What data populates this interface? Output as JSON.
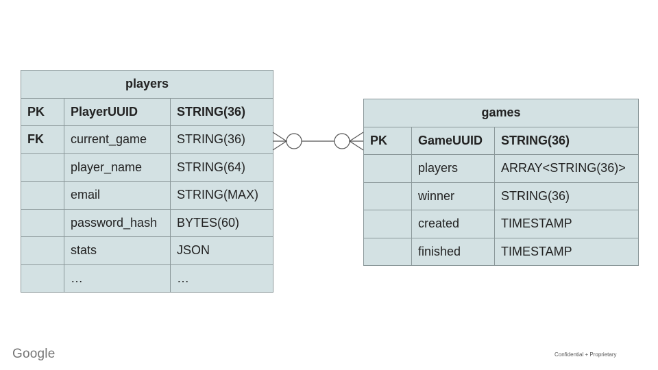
{
  "players_table": {
    "title": "players",
    "rows": [
      [
        "PK",
        "PlayerUUID",
        "STRING(36)"
      ],
      [
        "FK",
        "current_game",
        "STRING(36)"
      ],
      [
        "",
        "player_name",
        "STRING(64)"
      ],
      [
        "",
        "email",
        "STRING(MAX)"
      ],
      [
        "",
        "password_hash",
        "BYTES(60)"
      ],
      [
        "",
        "stats",
        "JSON"
      ],
      [
        "",
        "…",
        "…"
      ]
    ]
  },
  "games_table": {
    "title": "games",
    "rows": [
      [
        "PK",
        "GameUUID",
        "STRING(36)"
      ],
      [
        "",
        "players",
        "ARRAY<STRING(36)>"
      ],
      [
        "",
        "winner",
        "STRING(36)"
      ],
      [
        "",
        "created",
        "TIMESTAMP"
      ],
      [
        "",
        "finished",
        "TIMESTAMP"
      ]
    ]
  },
  "relationship": {
    "from": "players",
    "to": "games",
    "from_end": "zero-or-many",
    "to_end": "zero-or-many"
  },
  "footer": {
    "logo": "Google",
    "confidential": "Confidential + Proprietary"
  },
  "colors": {
    "table_fill": "#d3e1e3",
    "table_border": "#8a9799",
    "connector": "#555555"
  }
}
